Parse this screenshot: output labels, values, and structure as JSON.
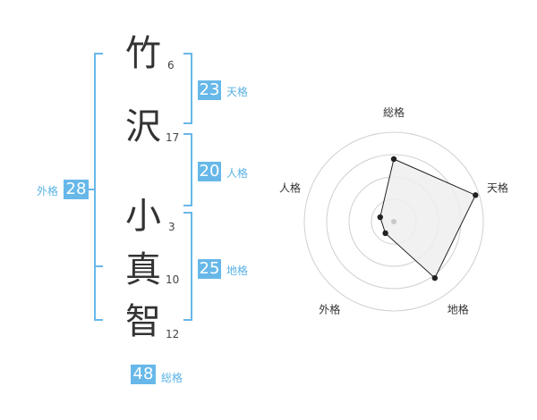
{
  "characters": [
    {
      "char": "竹",
      "strokes": "6"
    },
    {
      "char": "沢",
      "strokes": "17"
    },
    {
      "char": "小",
      "strokes": "3"
    },
    {
      "char": "真",
      "strokes": "10"
    },
    {
      "char": "智",
      "strokes": "12"
    }
  ],
  "fortunes": {
    "tenkaku": {
      "label": "天格",
      "value": "23"
    },
    "jinkaku": {
      "label": "人格",
      "value": "20"
    },
    "chikaku": {
      "label": "地格",
      "value": "25"
    },
    "gaikaku": {
      "label": "外格",
      "value": "28"
    },
    "soukaku": {
      "label": "総格",
      "value": "48"
    }
  },
  "colors": {
    "bracket": "#67b8e9",
    "badge": "#67b8e9",
    "label": "#59b2e6",
    "radar_fill": "#efefef",
    "radar_stroke": "#222222"
  },
  "chart_data": {
    "type": "radar",
    "axes": [
      "総格",
      "天格",
      "地格",
      "外格",
      "人格"
    ],
    "rings": 4,
    "values": [
      3.5,
      4.8,
      3.9,
      0.8,
      0.8
    ],
    "max": 5
  }
}
